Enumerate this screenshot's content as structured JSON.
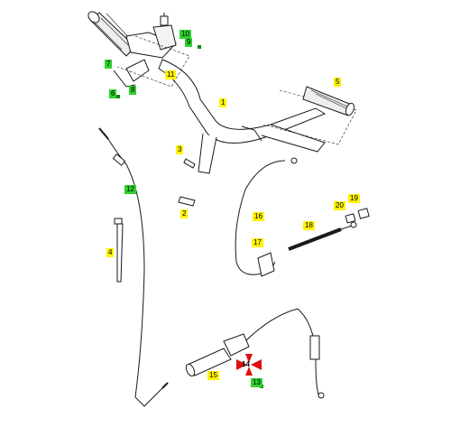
{
  "diagram": {
    "callouts": [
      {
        "id": "c1",
        "text": "1",
        "kind": "yellow"
      },
      {
        "id": "c2",
        "text": "2",
        "kind": "yellow"
      },
      {
        "id": "c3",
        "text": "3",
        "kind": "yellow"
      },
      {
        "id": "c4",
        "text": "4",
        "kind": "yellow"
      },
      {
        "id": "c5",
        "text": "5",
        "kind": "yellow"
      },
      {
        "id": "c6",
        "text": "6",
        "kind": "green"
      },
      {
        "id": "c7",
        "text": "7",
        "kind": "green"
      },
      {
        "id": "c8",
        "text": "8",
        "kind": "green"
      },
      {
        "id": "c9",
        "text": "9",
        "kind": "green"
      },
      {
        "id": "c10",
        "text": "10",
        "kind": "green"
      },
      {
        "id": "c11",
        "text": "11",
        "kind": "yellow"
      },
      {
        "id": "c12",
        "text": "12",
        "kind": "green"
      },
      {
        "id": "c13",
        "text": "13",
        "kind": "green"
      },
      {
        "id": "c14",
        "text": "14",
        "kind": "red"
      },
      {
        "id": "c15",
        "text": "15",
        "kind": "yellow"
      },
      {
        "id": "c16",
        "text": "16",
        "kind": "yellow"
      },
      {
        "id": "c17",
        "text": "17",
        "kind": "yellow"
      },
      {
        "id": "c18",
        "text": "18",
        "kind": "yellow"
      },
      {
        "id": "c19",
        "text": "19",
        "kind": "yellow"
      },
      {
        "id": "c20",
        "text": "20",
        "kind": "yellow"
      }
    ],
    "colors": {
      "line": "#1a1a1a",
      "callout_yellow": "#fff200",
      "callout_green": "#2fd12f",
      "marker_green": "#0a8a0a",
      "highlight_red": "#e01010"
    }
  }
}
